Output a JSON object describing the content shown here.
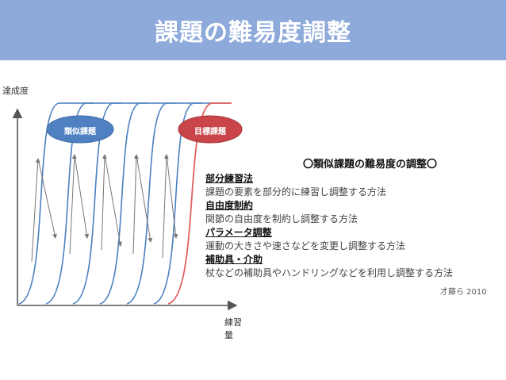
{
  "header": {
    "title": "課題の難易度調整"
  },
  "figure": {
    "y_axis_label": "達成度",
    "x_axis_label": "練習量",
    "similar_task_label": "類似課題",
    "target_task_label": "目標課題",
    "colors": {
      "curve_blue": "#4a7fc0",
      "curve_red": "#e06060",
      "ellipse_blue": "#4f80c2",
      "ellipse_red": "#c9454a",
      "arrow_gray": "#777777",
      "axis": "#555555"
    }
  },
  "text": {
    "heading": "〇類似課題の難易度の調整〇",
    "items": [
      {
        "title": "部分練習法",
        "desc": "課題の要素を部分的に練習し調整する方法"
      },
      {
        "title": "自由度制約",
        "desc": "関節の自由度を制約し調整する方法"
      },
      {
        "title": "パラメータ調整",
        "desc": "運動の大きさや速さなどを変更し調整する方法"
      },
      {
        "title": "補助具・介助",
        "desc": "杖などの補助具やハンドリングなどを利用し調整する方法"
      }
    ],
    "citation": "才藤ら 2010"
  }
}
